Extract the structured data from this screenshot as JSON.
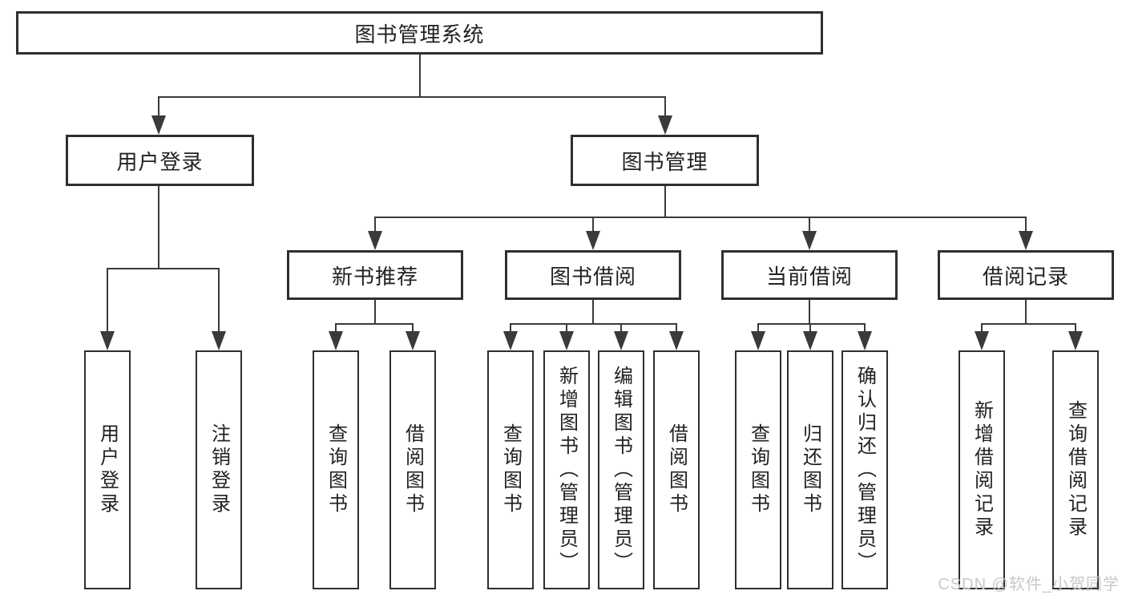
{
  "diagram": {
    "root": {
      "label": "图书管理系统"
    },
    "level2": [
      {
        "label": "用户登录"
      },
      {
        "label": "图书管理"
      }
    ],
    "level3": [
      {
        "label": "新书推荐",
        "parent": "图书管理"
      },
      {
        "label": "图书借阅",
        "parent": "图书管理"
      },
      {
        "label": "当前借阅",
        "parent": "图书管理"
      },
      {
        "label": "借阅记录",
        "parent": "图书管理"
      }
    ],
    "leaves": [
      {
        "label": "用户登录",
        "parent": "用户登录"
      },
      {
        "label": "注销登录",
        "parent": "用户登录"
      },
      {
        "label": "查询图书",
        "parent": "新书推荐"
      },
      {
        "label": "借阅图书",
        "parent": "新书推荐"
      },
      {
        "label": "查询图书",
        "parent": "图书借阅"
      },
      {
        "label": "新增图书（管理员）",
        "parent": "图书借阅"
      },
      {
        "label": "编辑图书（管理员）",
        "parent": "图书借阅"
      },
      {
        "label": "借阅图书",
        "parent": "图书借阅"
      },
      {
        "label": "查询图书",
        "parent": "当前借阅"
      },
      {
        "label": "归还图书",
        "parent": "当前借阅"
      },
      {
        "label": "确认归还（管理员）",
        "parent": "当前借阅"
      },
      {
        "label": "新增借阅记录",
        "parent": "借阅记录"
      },
      {
        "label": "查询借阅记录",
        "parent": "借阅记录"
      }
    ]
  },
  "watermark": {
    "text": "CSDN @软件_小贺同学"
  },
  "colors": {
    "line": "#3a3a3a",
    "box_border": "#2f2f2f",
    "text": "#222222",
    "watermark": "#c8c8c8",
    "background": "#ffffff"
  }
}
